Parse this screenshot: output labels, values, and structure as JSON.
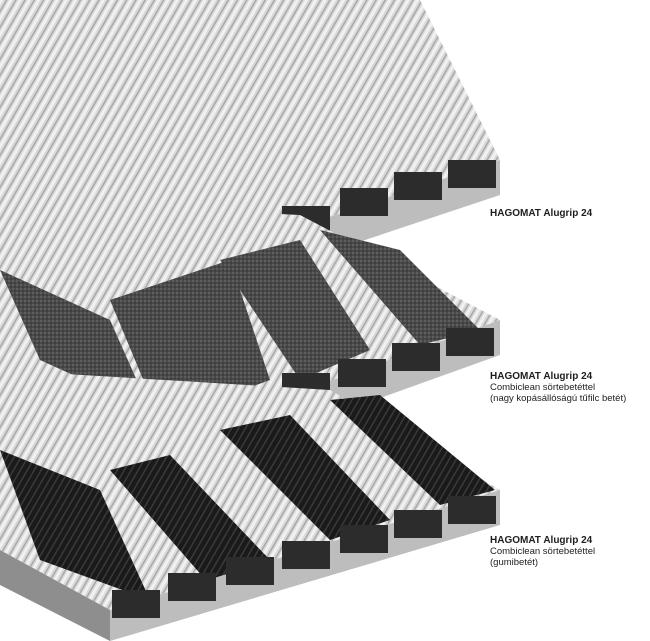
{
  "products": [
    {
      "title": "HAGOMAT Alugrip 24",
      "lines": []
    },
    {
      "title": "HAGOMAT Alugrip 24",
      "lines": [
        "Combiclean sörtebetéttel",
        "(nagy kopásállóságú tűfilc betét)"
      ]
    },
    {
      "title": "HAGOMAT Alugrip 24",
      "lines": [
        "Combiclean sörtebetéttel",
        "(gumibetét)"
      ]
    }
  ],
  "colors": {
    "aluminium_light": "#e4e4e4",
    "aluminium_mid": "#c8c8c8",
    "aluminium_dark": "#8e8e8e",
    "profile_end": "#2c2c2c",
    "carpet": "#4d4d4d",
    "rubber": "#1b1b1b"
  }
}
